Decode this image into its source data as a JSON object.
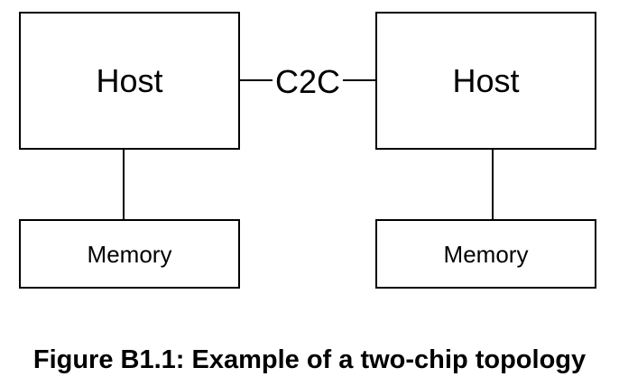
{
  "diagram": {
    "nodes": {
      "host_left": "Host",
      "host_right": "Host",
      "memory_left": "Memory",
      "memory_right": "Memory"
    },
    "link_label": "C2C"
  },
  "caption": "Figure B1.1: Example of a two-chip topology"
}
